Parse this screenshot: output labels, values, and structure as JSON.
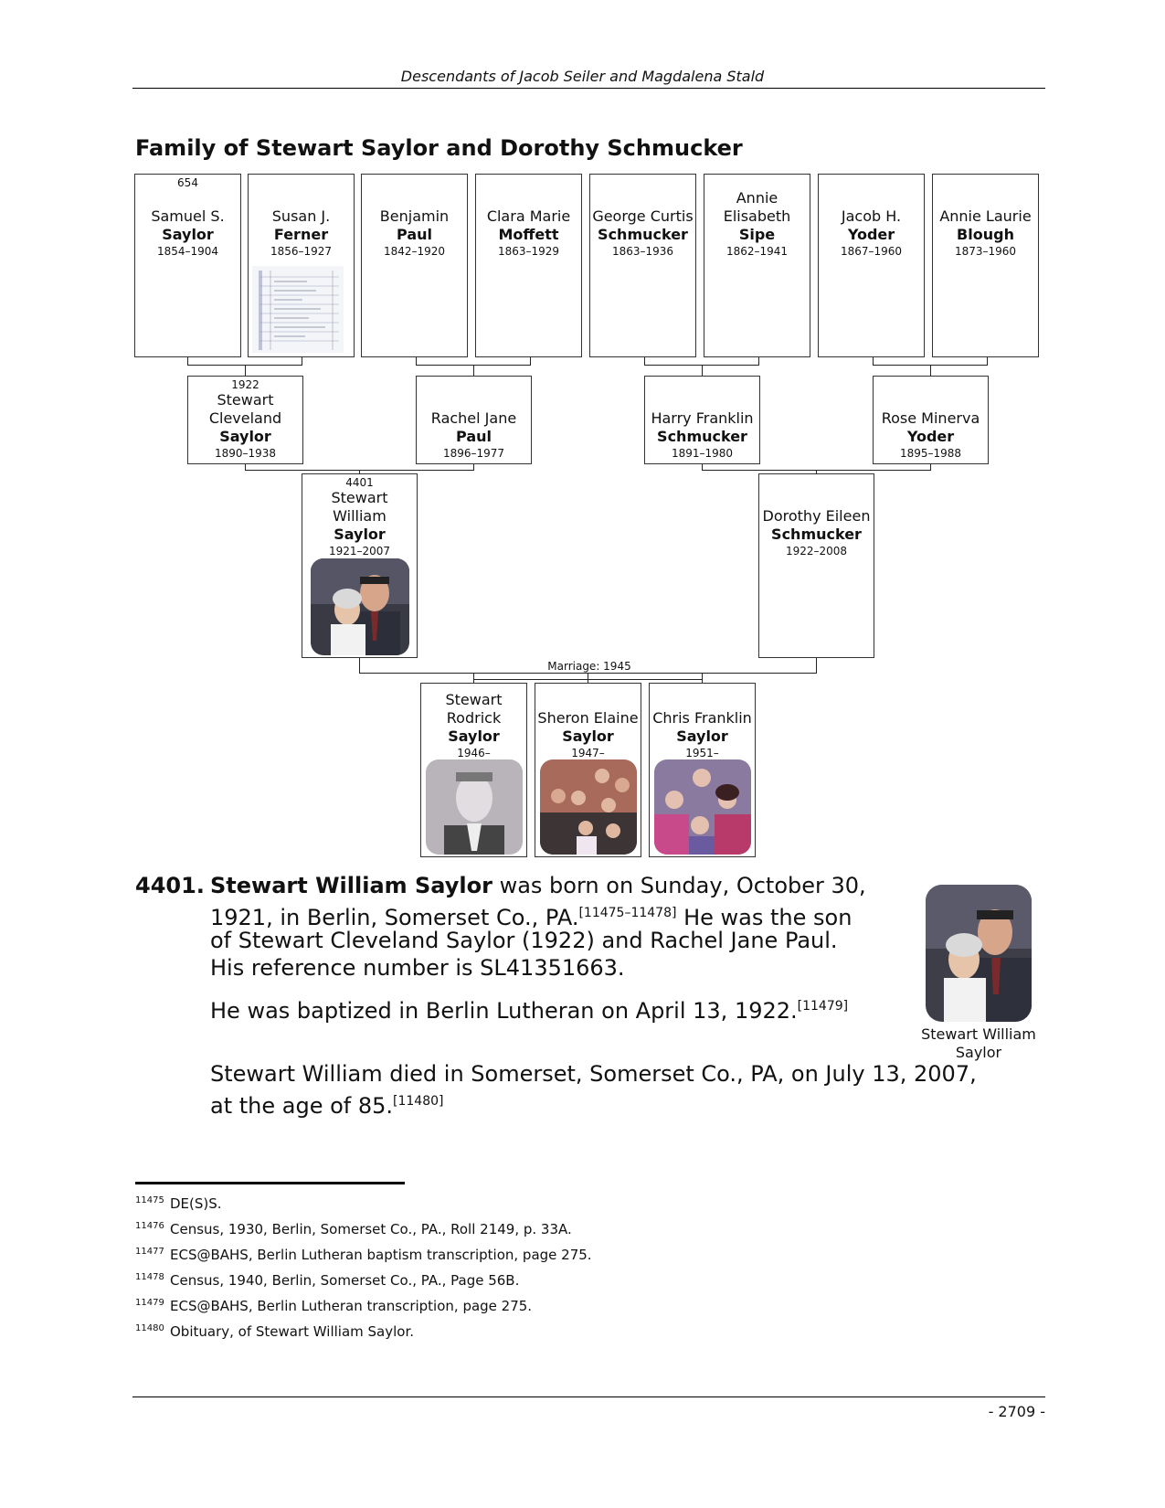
{
  "header": {
    "title": "Descendants of Jacob Seiler and Magdalena Stald"
  },
  "family_title": "Family of Stewart Saylor and Dorothy Schmucker",
  "grandparents": [
    {
      "ref": "654",
      "given": "Samuel S.",
      "surname": "Saylor",
      "years": "1854–1904"
    },
    {
      "ref": "",
      "given": "Susan J.",
      "surname": "Ferner",
      "years": "1856–1927"
    },
    {
      "ref": "",
      "given": "Benjamin",
      "surname": "Paul",
      "years": "1842–1920"
    },
    {
      "ref": "",
      "given": "Clara Marie",
      "surname": "Moffett",
      "years": "1863–1929"
    },
    {
      "ref": "",
      "given": "George Curtis",
      "surname": "Schmucker",
      "years": "1863–1936"
    },
    {
      "ref": "",
      "given1": "Annie",
      "given": "Elisabeth",
      "surname": "Sipe",
      "years": "1862–1941"
    },
    {
      "ref": "",
      "given": "Jacob H.",
      "surname": "Yoder",
      "years": "1867–1960"
    },
    {
      "ref": "",
      "given": "Annie Laurie",
      "surname": "Blough",
      "years": "1873–1960"
    }
  ],
  "parents": [
    {
      "ref": "1922",
      "given1": "Stewart",
      "given": "Cleveland",
      "surname": "Saylor",
      "years": "1890–1938"
    },
    {
      "given": "Rachel Jane",
      "surname": "Paul",
      "years": "1896–1977"
    },
    {
      "given": "Harry Franklin",
      "surname": "Schmucker",
      "years": "1891–1980"
    },
    {
      "given": "Rose Minerva",
      "surname": "Yoder",
      "years": "1895–1988"
    }
  ],
  "couple": [
    {
      "ref": "4401",
      "given1": "Stewart",
      "given": "William",
      "surname": "Saylor",
      "years": "1921–2007"
    },
    {
      "given": "Dorothy Eileen",
      "surname": "Schmucker",
      "years": "1922–2008"
    }
  ],
  "marriage": "Marriage: 1945",
  "children": [
    {
      "given1": "Stewart",
      "given": "Rodrick",
      "surname": "Saylor",
      "years": "1946–"
    },
    {
      "given": "Sheron Elaine",
      "surname": "Saylor",
      "years": "1947–"
    },
    {
      "given": "Chris Franklin",
      "surname": "Saylor",
      "years": "1951–"
    }
  ],
  "entry": {
    "number": "4401.",
    "name": "Stewart William Saylor",
    "line1": " was born on Sunday, October 30,",
    "line2a": "1921, in Berlin, Somerset Co., PA.",
    "line2sup": "[11475–11478]",
    "line2b": " He was the son",
    "line3": "of Stewart Cleveland Saylor (1922) and Rachel Jane Paul.",
    "line4": "His reference number is SL41351663.",
    "bapt": "He was baptized in Berlin Lutheran on April 13, 1922.",
    "bapt_sup": "[11479]",
    "death1": "Stewart William died in Somerset, Somerset Co., PA, on July 13, 2007,",
    "death2": "at the age of 85.",
    "death_sup": "[11480]",
    "caption1": "Stewart William",
    "caption2": "Saylor"
  },
  "footnotes": [
    {
      "num": "11475",
      "text": "DE(S)S."
    },
    {
      "num": "11476",
      "text": "Census, 1930, Berlin, Somerset Co., PA., Roll 2149, p. 33A."
    },
    {
      "num": "11477",
      "text": "ECS@BAHS, Berlin Lutheran baptism transcription, page 275."
    },
    {
      "num": "11478",
      "text": "Census, 1940, Berlin, Somerset Co., PA., Page 56B."
    },
    {
      "num": "11479",
      "text": "ECS@BAHS, Berlin Lutheran transcription, page 275."
    },
    {
      "num": "11480",
      "text": "Obituary, of Stewart William Saylor."
    }
  ],
  "page_number": "- 2709 -"
}
